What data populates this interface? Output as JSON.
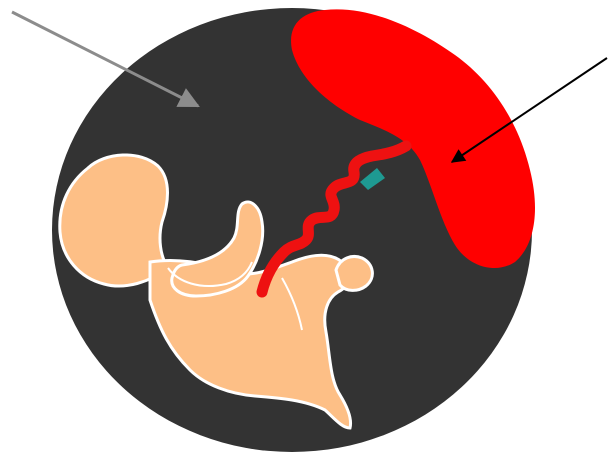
{
  "diagram": {
    "parts": [
      {
        "id": "amniotic-sac",
        "color": "#333333"
      },
      {
        "id": "placenta",
        "color": "#ff0000"
      },
      {
        "id": "umbilical-cord",
        "color": "#ee1111"
      },
      {
        "id": "cord-attachment",
        "color": "#1e9a92"
      },
      {
        "id": "embryo",
        "color": "#fdbf86",
        "outline": "#ffffff"
      }
    ],
    "pointers": [
      {
        "id": "arrow-to-sac",
        "color": "#8c8c8c"
      },
      {
        "id": "arrow-to-placenta",
        "color": "#000000"
      }
    ],
    "background": "#ffffff"
  }
}
